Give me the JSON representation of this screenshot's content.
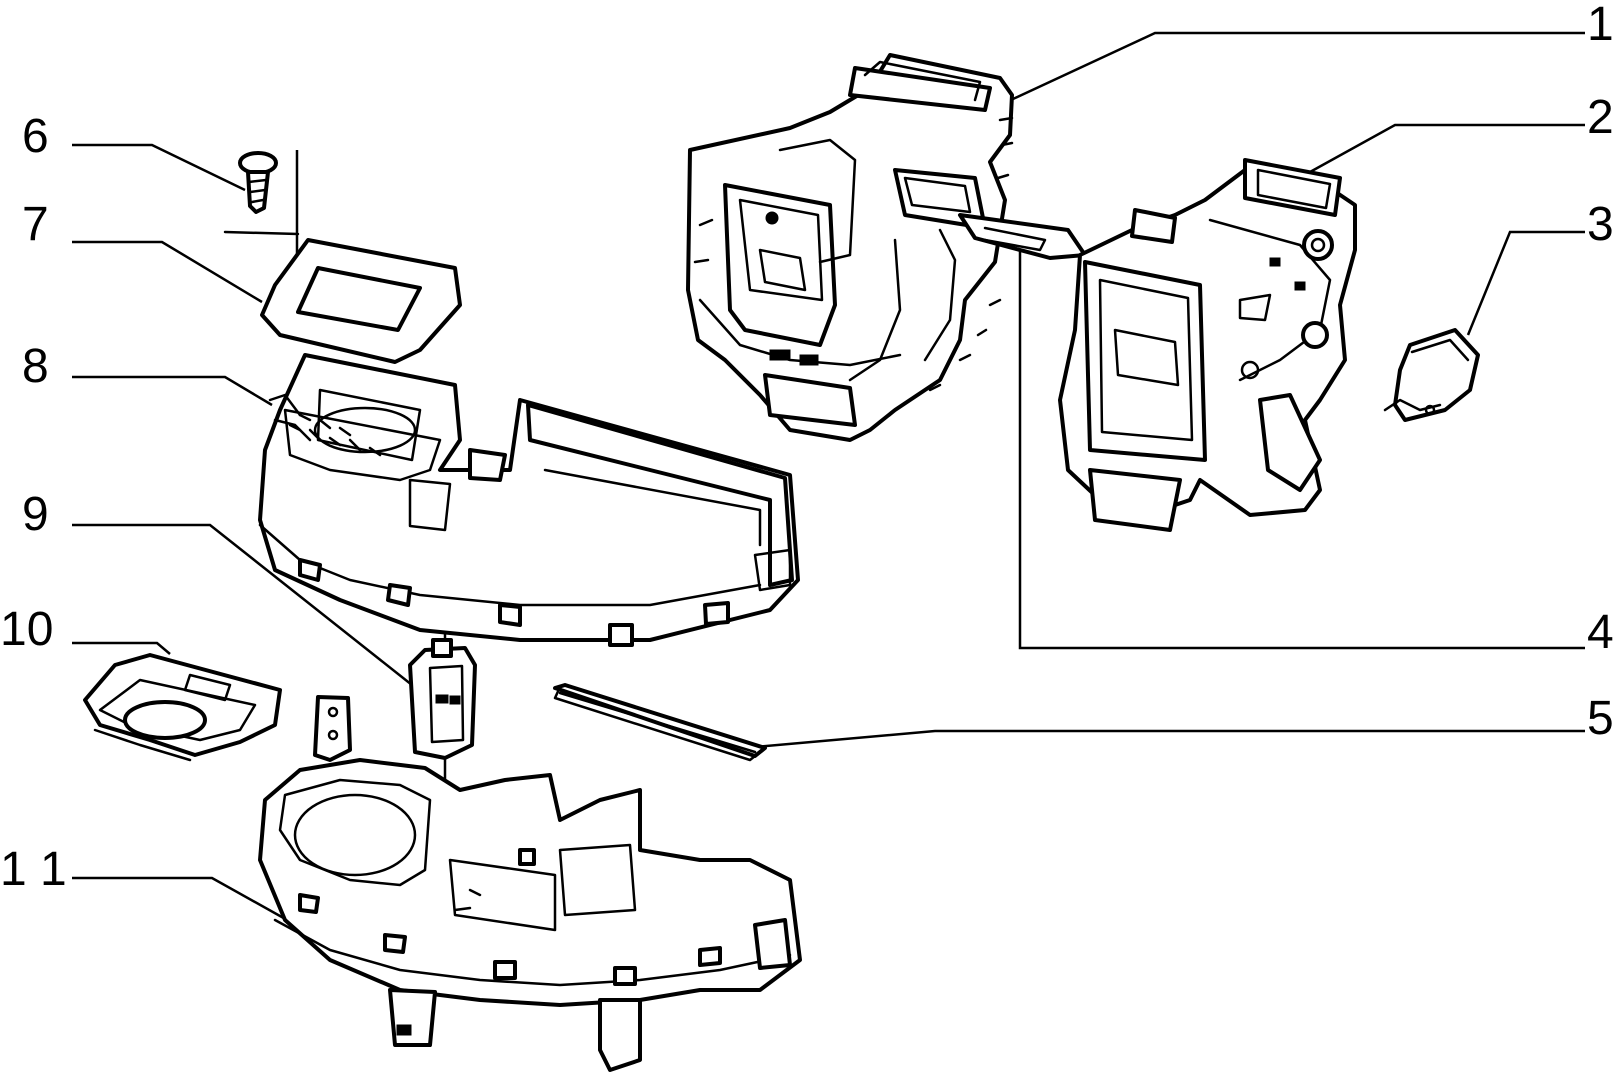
{
  "callouts": [
    "1",
    "2",
    "3",
    "4",
    "5",
    "6",
    "7",
    "8",
    "9",
    "10",
    "1 1"
  ],
  "parts": [
    {
      "callout": "1",
      "icon": "heater-housing-upper-icon"
    },
    {
      "callout": "2",
      "icon": "heater-housing-lower-icon"
    },
    {
      "callout": "3",
      "icon": "bracket-cover-icon"
    },
    {
      "callout": "4",
      "icon": "connecting-duct-icon"
    },
    {
      "callout": "5",
      "icon": "sealing-strip-icon"
    },
    {
      "callout": "6",
      "icon": "screw-icon"
    },
    {
      "callout": "7",
      "icon": "gasket-frame-icon"
    },
    {
      "callout": "8",
      "icon": "blower-housing-upper-icon"
    },
    {
      "callout": "9",
      "icon": "resistor-module-icon"
    },
    {
      "callout": "10",
      "icon": "inlet-flange-icon"
    },
    {
      "callout": "1 1",
      "icon": "blower-housing-lower-icon"
    }
  ]
}
